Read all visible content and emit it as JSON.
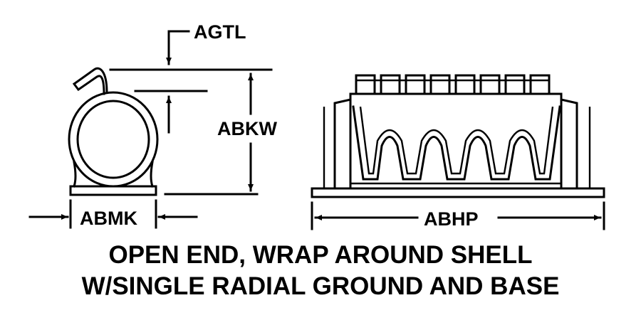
{
  "dimensions": {
    "agtl": "AGTL",
    "abkw": "ABKW",
    "abmk": "ABMK",
    "abhp": "ABHP"
  },
  "caption": {
    "line1": "OPEN END, WRAP AROUND SHELL",
    "line2": "W/SINGLE RADIAL GROUND AND BASE"
  }
}
